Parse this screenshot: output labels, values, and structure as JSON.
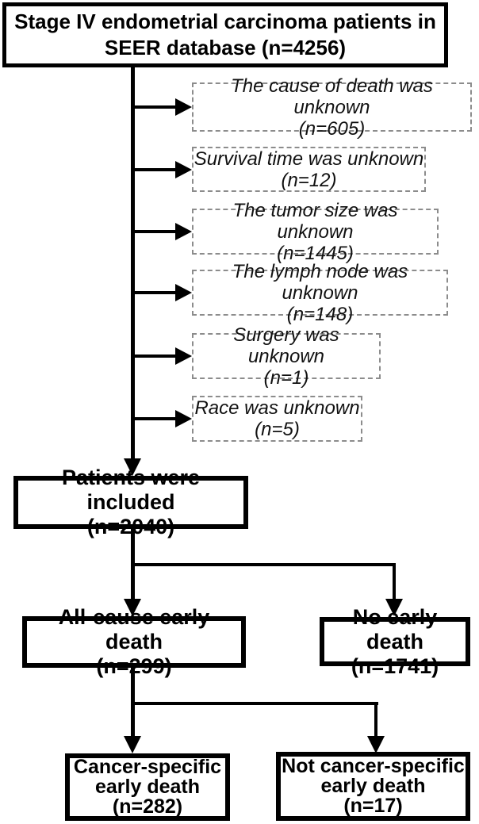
{
  "diagram": {
    "title": {
      "line1": "Stage IV endometrial carcinoma patients in",
      "line2": "SEER database (n=4256)"
    },
    "exclusions": [
      {
        "label": "The cause of death was unknown",
        "count": "(n=605)"
      },
      {
        "label": "Survival time was unknown",
        "count": "(n=12)"
      },
      {
        "label": "The tumor size was unknown",
        "count": "(n=1445)"
      },
      {
        "label": "The lymph node was unknown",
        "count": "(n=148)"
      },
      {
        "label": "Surgery was unknown",
        "count": "(n=1)"
      },
      {
        "label": "Race was unknown",
        "count": "(n=5)"
      }
    ],
    "included": {
      "line1": "Patients were included",
      "line2": "(n=2040)"
    },
    "branch1": {
      "left": {
        "line1": "All-cause early death",
        "line2": "(n=299)"
      },
      "right": {
        "line1": "No early death",
        "line2": "(n=1741)"
      }
    },
    "branch2": {
      "left": {
        "line1": "Cancer-specific",
        "line2": "early death",
        "line3": "(n=282)"
      },
      "right": {
        "line1": "Not cancer-specific",
        "line2": "early death",
        "line3": "(n=17)"
      }
    }
  },
  "colors": {
    "box_border": "#000000",
    "dashed_border": "#8c8c8c",
    "text": "#000000",
    "background": "#ffffff"
  }
}
